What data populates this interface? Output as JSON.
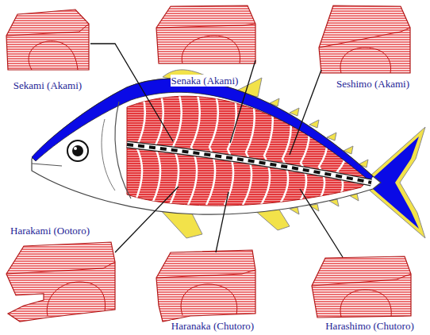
{
  "diagram": {
    "labels": [
      "Sekami (Akami)",
      "Senaka (Akami)",
      "Seshimo (Akami)",
      "Harakami (Ootoro)",
      "Haranaka (Chutoro)",
      "Harashimo (Chutoro)"
    ]
  }
}
